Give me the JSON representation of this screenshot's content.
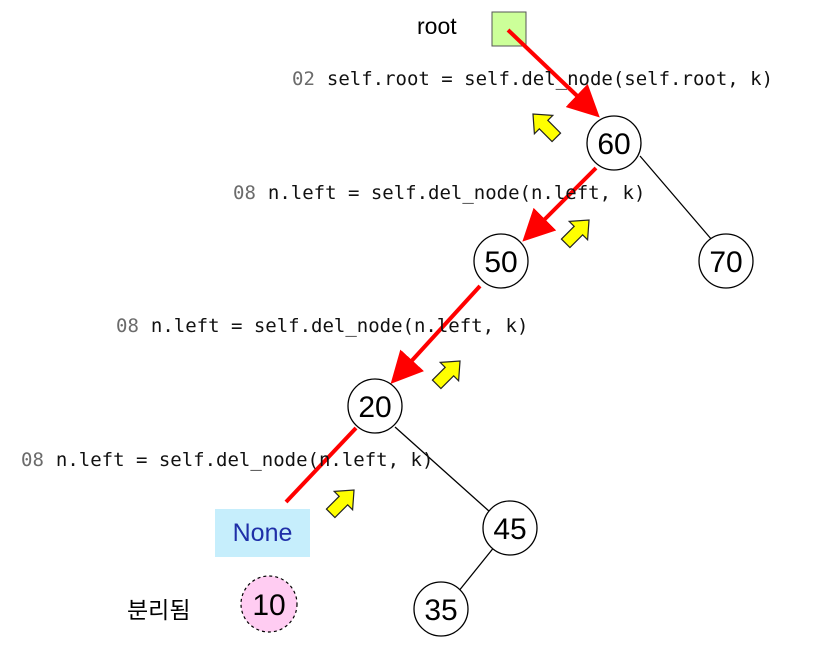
{
  "root_label": "root",
  "detached_label": "분리됨",
  "none_label": "None",
  "code_lines": [
    {
      "line_no": "02",
      "code": "self.root = self.del_node(self.root, k)"
    },
    {
      "line_no": "08",
      "code": "n.left = self.del_node(n.left, k)"
    },
    {
      "line_no": "08",
      "code": "n.left = self.del_node(n.left, k)"
    },
    {
      "line_no": "08",
      "code": "n.left = self.del_node(n.left, k)"
    }
  ],
  "nodes": {
    "n60": "60",
    "n70": "70",
    "n50": "50",
    "n20": "20",
    "n45": "45",
    "n35": "35",
    "n10": "10"
  },
  "colors": {
    "root_box": "#ccff99",
    "call_arrow": "#ff0000",
    "return_arrow": "#ffff00",
    "none_box": "#c6eefc",
    "none_text": "#1f2fa8",
    "detached_node": "#ffccf2"
  }
}
